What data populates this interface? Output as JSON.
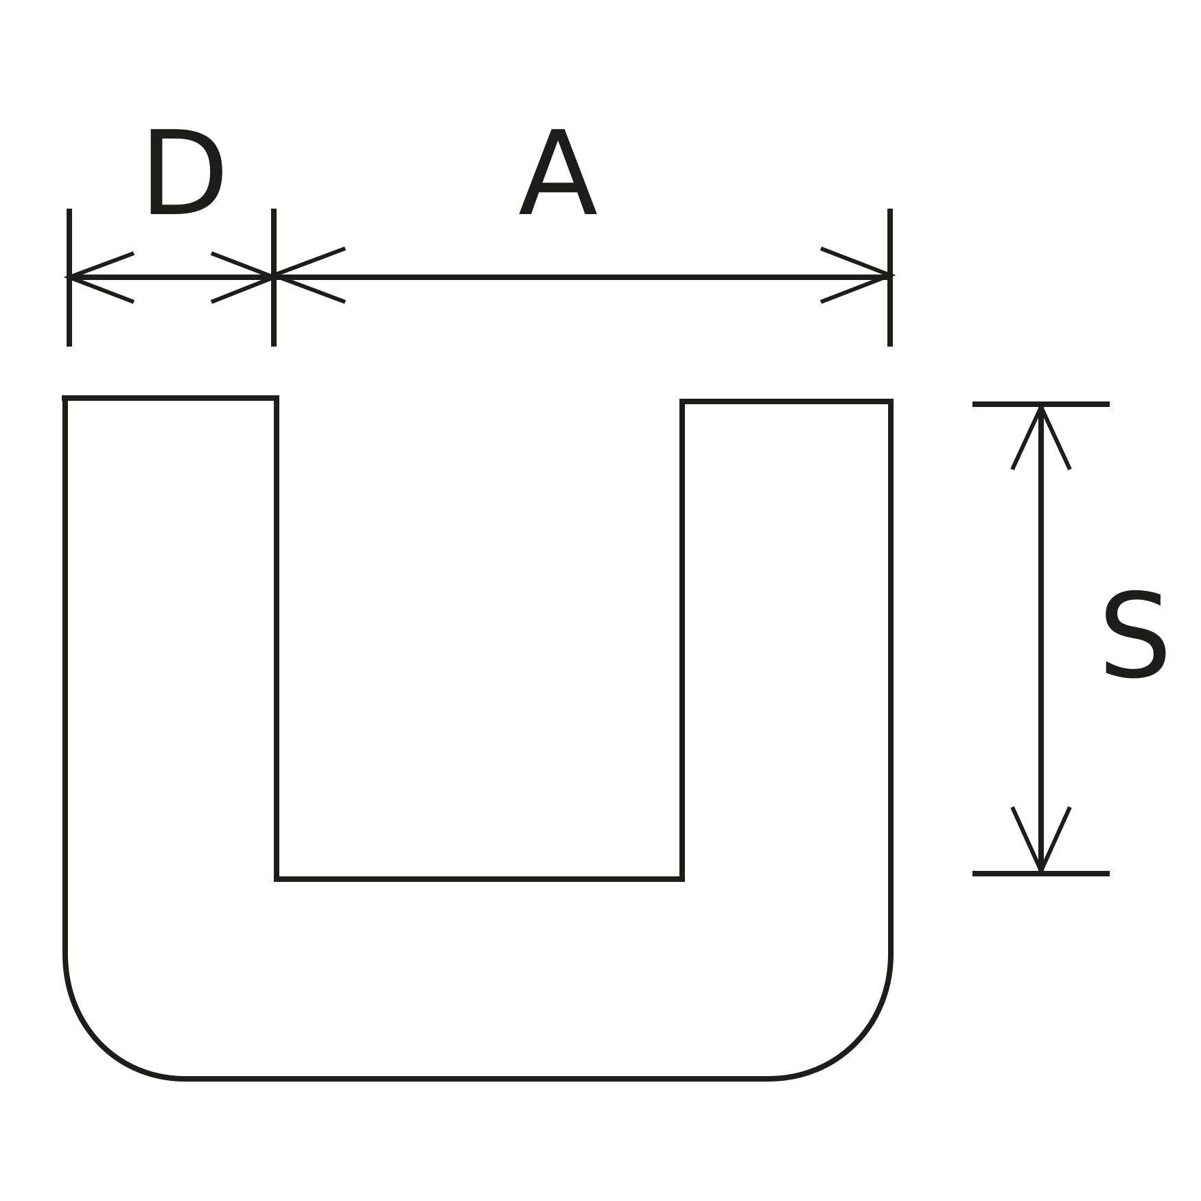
{
  "diagram": {
    "labels": {
      "d": "D",
      "a": "A",
      "s": "S"
    },
    "colors": {
      "stroke": "#1d1d1b",
      "background": "#ffffff"
    }
  }
}
